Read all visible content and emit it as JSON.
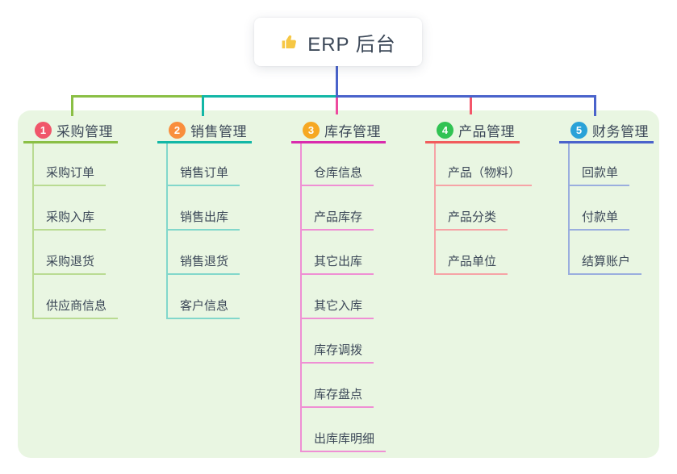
{
  "canvas": {
    "background": "#ffffff",
    "panel_color": "#e9f6e2"
  },
  "root": {
    "label": "ERP 后台",
    "icon": "thumbs-up-icon",
    "icon_color": "#f6c744",
    "connector_color": "#4a63cb"
  },
  "connectors": {
    "bus_segments": [
      {
        "name": "left",
        "color": "#8abf45"
      },
      {
        "name": "middle",
        "color": "#12b7a6"
      },
      {
        "name": "right",
        "color": "#4a63cb"
      }
    ],
    "drops": [
      {
        "branch": "1",
        "color": "#8abf45"
      },
      {
        "branch": "2",
        "color": "#12b7a6"
      },
      {
        "branch": "3",
        "color": "#ee4a9f"
      },
      {
        "branch": "4",
        "color": "#f4566a"
      },
      {
        "branch": "5",
        "color": "#4a63cb"
      }
    ]
  },
  "branches": [
    {
      "index": "1",
      "label": "采购管理",
      "badge_color": "#f0566a",
      "line_color": "#8abf45",
      "child_line_color": "#b9db92",
      "children": [
        "采购订单",
        "采购入库",
        "采购退货",
        "供应商信息"
      ]
    },
    {
      "index": "2",
      "label": "销售管理",
      "badge_color": "#f98e3d",
      "line_color": "#12b7a6",
      "child_line_color": "#82d7cb",
      "children": [
        "销售订单",
        "销售出库",
        "销售退货",
        "客户信息"
      ]
    },
    {
      "index": "3",
      "label": "库存管理",
      "badge_color": "#f6a823",
      "line_color": "#d92bad",
      "child_line_color": "#ef8fd4",
      "children": [
        "仓库信息",
        "产品库存",
        "其它出库",
        "其它入库",
        "库存调拨",
        "库存盘点",
        "出库库明细"
      ]
    },
    {
      "index": "4",
      "label": "产品管理",
      "badge_color": "#31c353",
      "line_color": "#f15c5c",
      "child_line_color": "#f6a3a6",
      "children": [
        "产品（物料）",
        "产品分类",
        "产品单位"
      ]
    },
    {
      "index": "5",
      "label": "财务管理",
      "badge_color": "#2aa2d8",
      "line_color": "#4a63cb",
      "child_line_color": "#9aaede",
      "children": [
        "回款单",
        "付款单",
        "结算账户"
      ]
    }
  ]
}
